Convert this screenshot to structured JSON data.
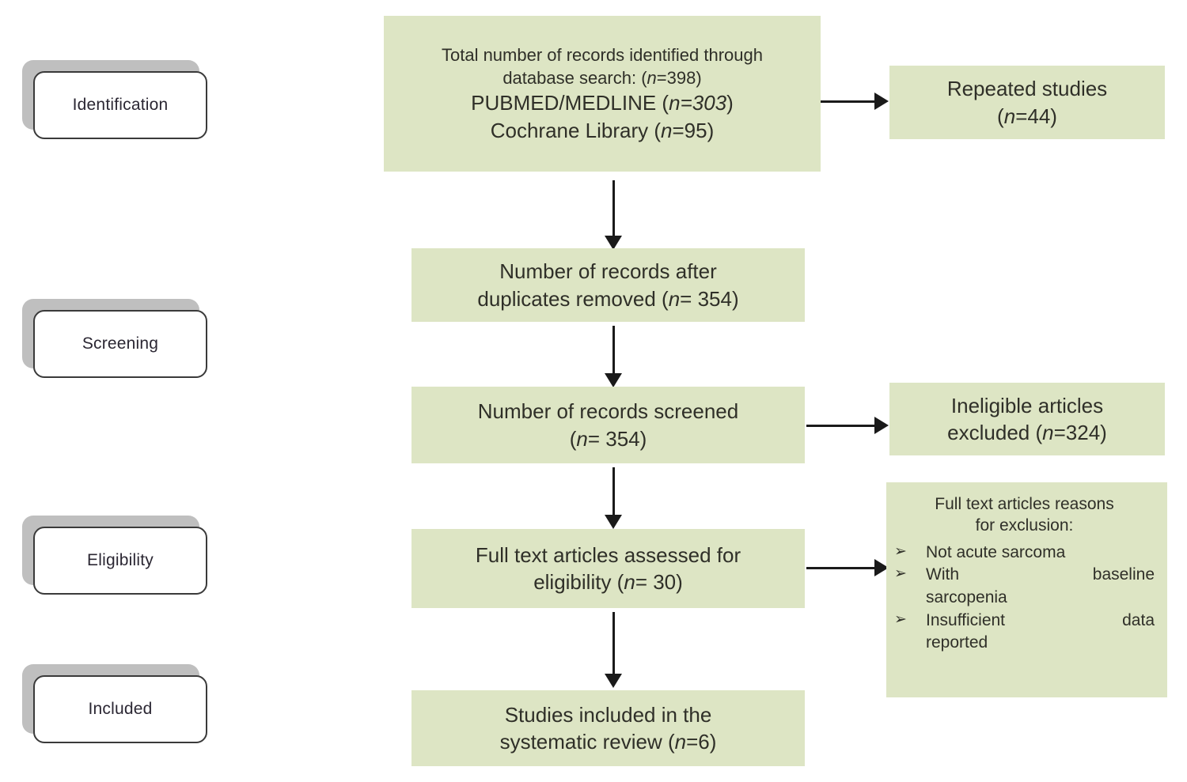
{
  "diagram": {
    "title": "PRISMA study selection flow diagram",
    "colors": {
      "box_fill": "#dde5c4",
      "stage_face": "#ffffff",
      "stage_shadow": "#bfbfbf",
      "stage_border": "#3a3a3a",
      "arrow": "#1a1a1a",
      "text": "#2f2f28",
      "stage_text": "#2b2733"
    },
    "stages": [
      {
        "id": "identification",
        "label": "Identification"
      },
      {
        "id": "screening",
        "label": "Screening"
      },
      {
        "id": "eligibility",
        "label": "Eligibility"
      },
      {
        "id": "included",
        "label": "Included"
      }
    ],
    "boxes": {
      "identified": {
        "line1": "Total number of records identified through",
        "line2_pre": "database search: (",
        "line2_n": "n",
        "line2_post": "=398)",
        "line3_pre": "PUBMED/MEDLINE (",
        "line3_n": "n",
        "line3_post": "=303",
        "line3_close": ")",
        "line4_pre": "Cochrane Library (",
        "line4_n": "n",
        "line4_post": "=95)"
      },
      "repeated": {
        "line1": "Repeated studies",
        "line2_pre": "(",
        "line2_n": "n",
        "line2_post": "=44)"
      },
      "after_duplicates": {
        "line1": "Number of records after",
        "line2_pre": "duplicates removed (",
        "line2_n": "n",
        "line2_post": "= 354)"
      },
      "screened": {
        "line1": "Number of records screened",
        "line2_pre": "(",
        "line2_n": "n",
        "line2_post": "= 354)"
      },
      "ineligible": {
        "line1": "Ineligible articles",
        "line2_pre": "excluded (",
        "line2_n": "n",
        "line2_post": "=324)"
      },
      "fulltext": {
        "line1": "Full text articles assessed for",
        "line2_pre": "eligibility  (",
        "line2_n": "n",
        "line2_post": "= 30)"
      },
      "reasons": {
        "heading_line1": "Full text articles reasons",
        "heading_line2": "for exclusion:",
        "bullet_glyph": "➢",
        "items": [
          {
            "text": "Not acute sarcoma",
            "justified": false
          },
          {
            "text": "With baseline",
            "justified": true
          },
          {
            "text": "sarcopenia",
            "justified": false
          },
          {
            "text": "Insufficient data",
            "justified": true
          },
          {
            "text": "reported",
            "justified": false
          }
        ]
      },
      "included_studies": {
        "line1": "Studies included in the",
        "line2_pre": "systematic review (",
        "line2_n": "n",
        "line2_post": "=6)"
      }
    }
  }
}
